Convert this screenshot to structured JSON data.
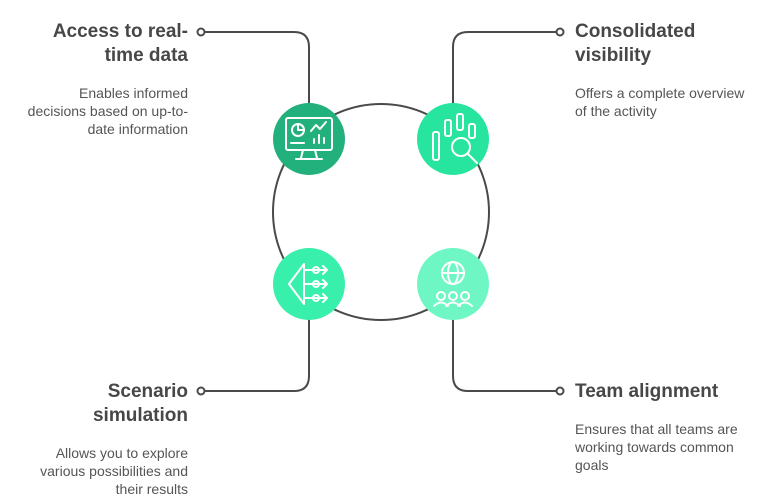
{
  "colors": {
    "connector": "#4a4a4a",
    "green_dark": "#22b07d",
    "green_bright": "#27e59e",
    "green_medium": "#38f0ac",
    "green_light": "#6ef7c4"
  },
  "items": [
    {
      "title": "Access to real-time data",
      "description": "Enables informed decisions based on up-to-date information",
      "icon": "monitor-dashboard-icon"
    },
    {
      "title": "Consolidated visibility",
      "description": "Offers a complete overview of the activity",
      "icon": "bar-chart-magnifier-icon"
    },
    {
      "title": "Scenario simulation",
      "description": "Allows you to explore various possibilities and their results",
      "icon": "branching-arrows-icon"
    },
    {
      "title": "Team alignment",
      "description": "Ensures that all teams are working towards common goals",
      "icon": "globe-team-icon"
    }
  ]
}
